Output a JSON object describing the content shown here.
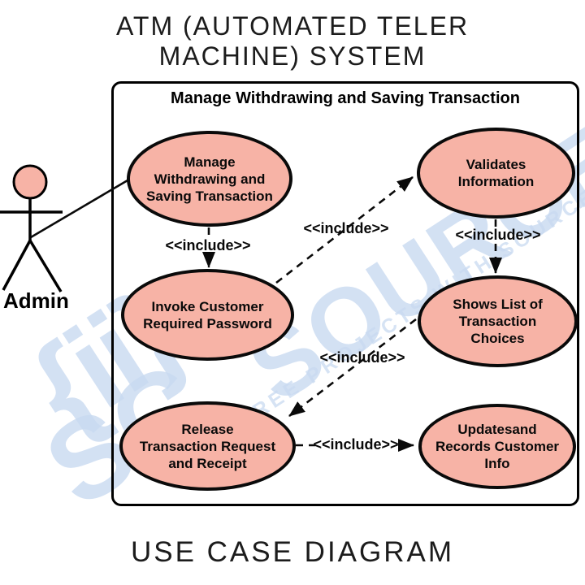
{
  "title": {
    "line1": "ATM (AUTOMATED TELER",
    "line2": "MACHINE) SYSTEM"
  },
  "footer": {
    "caption": "USE CASE DIAGRAM"
  },
  "system_boundary": {
    "title": "Manage Withdrawing and Saving Transaction"
  },
  "actor": {
    "name": "Admin"
  },
  "use_cases": [
    {
      "id": "manage-withdrawing-saving",
      "label": "Manage\nWithdrawing and\nSaving Transaction"
    },
    {
      "id": "validates-information",
      "label": "Validates\nInformation"
    },
    {
      "id": "invoke-customer-password",
      "label": "Invoke Customer\nRequired Password"
    },
    {
      "id": "shows-transaction-choices",
      "label": "Shows List of\nTransaction\nChoices"
    },
    {
      "id": "release-transaction-receipt",
      "label": "Release\nTransaction Request\nand Receipt"
    },
    {
      "id": "updates-records-customer",
      "label": "Updatesand\nRecords Customer\nInfo"
    }
  ],
  "connectors": [
    {
      "from": "admin",
      "to": "manage-withdrawing-saving",
      "type": "association",
      "label": ""
    },
    {
      "from": "manage-withdrawing-saving",
      "to": "invoke-customer-password",
      "type": "include",
      "label": "<<include>>"
    },
    {
      "from": "invoke-customer-password",
      "to": "validates-information",
      "type": "include",
      "label": "<<include>>"
    },
    {
      "from": "validates-information",
      "to": "shows-transaction-choices",
      "type": "include",
      "label": "<<include>>"
    },
    {
      "from": "shows-transaction-choices",
      "to": "release-transaction-receipt",
      "type": "include",
      "label": "<<include>>"
    },
    {
      "from": "release-transaction-receipt",
      "to": "updates-records-customer",
      "type": "include",
      "label": "<<include>>"
    }
  ],
  "watermark": {
    "brand": "SOURCECODE",
    "tagline": "FREE PROJECTS WITH SOURCE CODE AND",
    "logo_braces": "{ii}",
    "logo_initials": "SC"
  },
  "colors": {
    "use_case_fill": "#f7b3a6",
    "outline": "#000000",
    "watermark_blue": "#c9daf1",
    "background": "#ffffff"
  }
}
